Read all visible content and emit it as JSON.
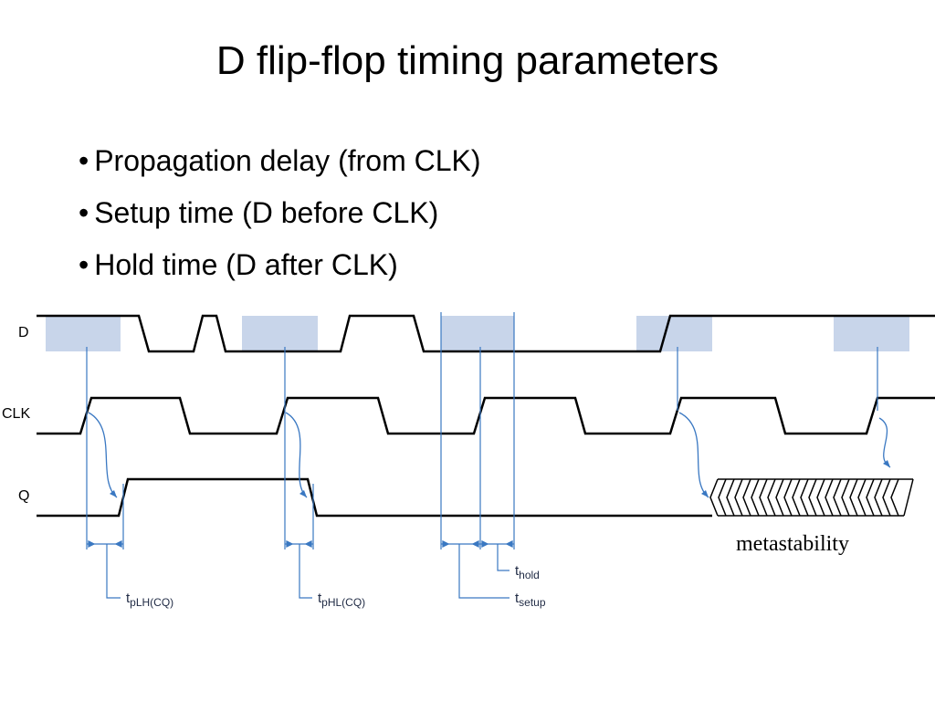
{
  "title": "D flip-flop timing parameters",
  "bullets": [
    "Propagation delay (from CLK)",
    "Setup time (D before CLK)",
    "Hold time (D after CLK)"
  ],
  "diagram": {
    "signals": [
      "D",
      "CLK",
      "Q"
    ],
    "annotations": {
      "tplh": {
        "main": "t",
        "sub": "pLH(CQ)"
      },
      "tphl": {
        "main": "t",
        "sub": "pHL(CQ)"
      },
      "thold": {
        "main": "t",
        "sub": "hold"
      },
      "tsetup": {
        "main": "t",
        "sub": "setup"
      }
    },
    "metastability_label": "metastability"
  },
  "colors": {
    "window_fill": "#c8d5ea",
    "marker_line": "#3a78c2",
    "waveform": "#000000"
  }
}
